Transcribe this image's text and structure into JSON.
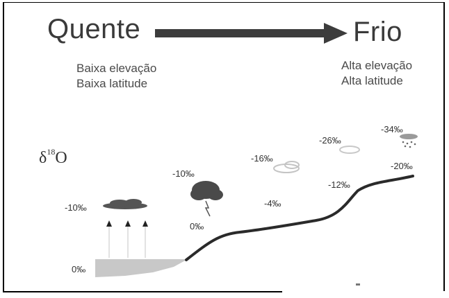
{
  "header": {
    "warm_label": "Quente",
    "cold_label": "Frio",
    "warm_sub_1": "Baixa elevação",
    "warm_sub_2": "Baixa latitude",
    "cold_sub_1": "Alta elevação",
    "cold_sub_2": "Alta latitude"
  },
  "axis": {
    "delta": "δ",
    "delta_sup": "18",
    "delta_elem": "O"
  },
  "values": {
    "sea": "0‰",
    "cloud_low": "-10‰",
    "storm_top": "-10‰",
    "storm_rain": "0‰",
    "cloud_mid_vapor": "-16‰",
    "cloud_mid_rain": "-4‰",
    "cloud_high_vapor": "-26‰",
    "cloud_high_rain": "-12‰",
    "snow_vapor": "-34‰",
    "snow_rain": "-20‰"
  },
  "colors": {
    "arrow": "#3c3c3c",
    "terrain": "#2a2a2a",
    "sea": "#c8c8c8"
  }
}
